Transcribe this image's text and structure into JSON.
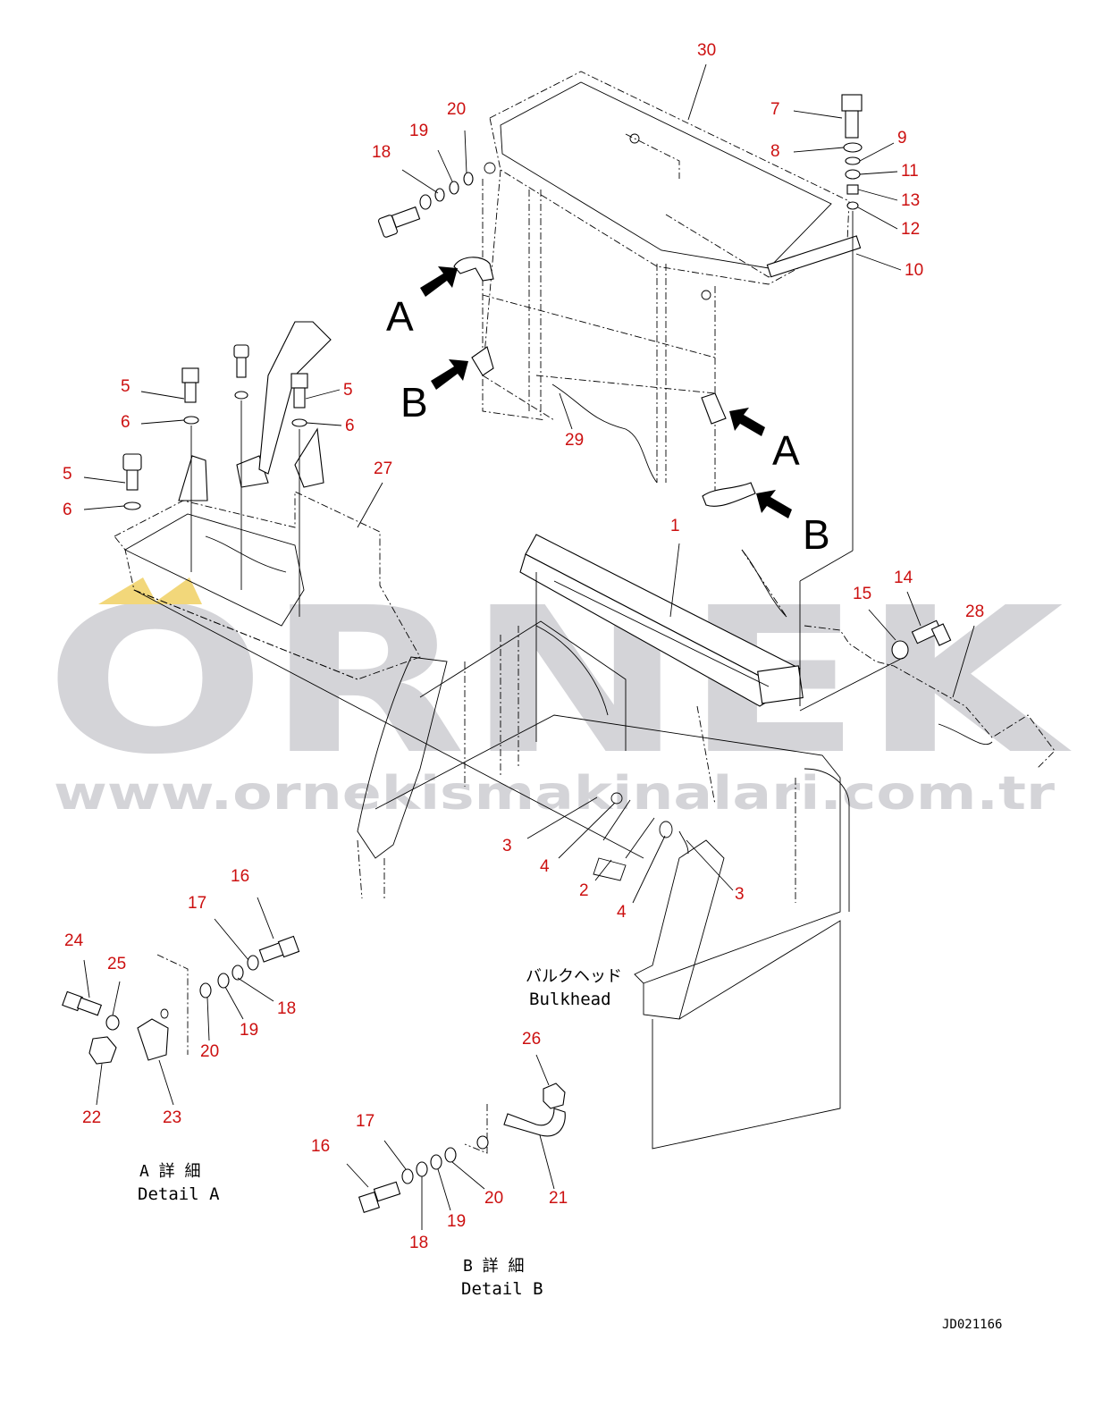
{
  "watermark": {
    "brand": "ORNEK",
    "url": "www.ornekismakinalari.com.tr",
    "brand_color": "#d4d4d8",
    "accent_color": "#f2d77a"
  },
  "view_labels": {
    "a": "A",
    "b": "B"
  },
  "callouts": {
    "c1": "1",
    "c2": "2",
    "c3a": "3",
    "c3b": "3",
    "c4a": "4",
    "c4b": "4",
    "c5a": "5",
    "c5b": "5",
    "c5c": "5",
    "c6a": "6",
    "c6b": "6",
    "c6c": "6",
    "c7": "7",
    "c8": "8",
    "c9": "9",
    "c10": "10",
    "c11": "11",
    "c12": "12",
    "c13": "13",
    "c14": "14",
    "c15": "15",
    "c16a": "16",
    "c16b": "16",
    "c17a": "17",
    "c17b": "17",
    "c18a": "18",
    "c18b": "18",
    "c18c": "18",
    "c19a": "19",
    "c19b": "19",
    "c19c": "19",
    "c20a": "20",
    "c20b": "20",
    "c20c": "20",
    "c21": "21",
    "c22": "22",
    "c23": "23",
    "c24": "24",
    "c25": "25",
    "c26": "26",
    "c27": "27",
    "c28": "28",
    "c29": "29",
    "c30": "30"
  },
  "bulkhead": {
    "jp": "バルクヘッド",
    "en": "Bulkhead"
  },
  "detail_a": {
    "jp": "A 詳 細",
    "en": "Detail A"
  },
  "detail_b": {
    "jp": "B 詳 細",
    "en": "Detail B"
  },
  "drawing_id": "JD021166",
  "colors": {
    "callout": "#cc1010",
    "line": "#000000"
  }
}
